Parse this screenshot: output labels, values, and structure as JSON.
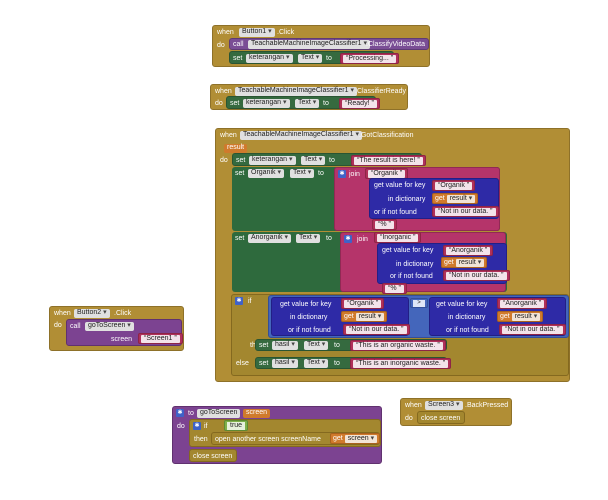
{
  "b1": {
    "when": "when",
    "comp": "Button1",
    "event": ".Click",
    "do": "do",
    "call": "call",
    "classifier": "TeachableMachineImageClassifier1",
    "method": ".ClassifyVideoData",
    "set": "set",
    "label": "keterangan",
    "prop": "Text",
    "to": "to",
    "value": "Processing..."
  },
  "b2": {
    "when": "when",
    "comp": "TeachableMachineImageClassifier1",
    "event": ".ClassifierReady",
    "do": "do",
    "set": "set",
    "label": "keterangan",
    "prop": "Text",
    "to": "to",
    "value": "Ready!"
  },
  "b3": {
    "when": "when",
    "comp": "TeachableMachineImageClassifier1",
    "event": ".GotClassification",
    "param": "result",
    "do": "do",
    "set1_label": "keterangan",
    "set1_prop": "Text",
    "set1_value": "The result is here!",
    "set2_label": "Organik",
    "set2_prop": "Text",
    "join": "join",
    "gv_key": "get value for key",
    "in_dict": "in dictionary",
    "if_not_found": "or if not found",
    "key_organik": "Organik",
    "get": "get",
    "result": "result",
    "not_in_data": "Not in our data.",
    "pct": "%",
    "set3_label": "Anorganik",
    "set3_prop": "Text",
    "join3_first": "Inorganic",
    "key_anorganik": "Anorganik",
    "if": "if",
    "gt": ">",
    "then": "then",
    "else": "else",
    "hasil": "hasil",
    "then_value": "This is an organic waste.",
    "else_value": "This is an inorganic waste.",
    "set": "set",
    "to": "to"
  },
  "b4": {
    "when": "when",
    "comp": "Button2",
    "event": ".Click",
    "do": "do",
    "call": "call",
    "method": "goToScreen",
    "screen_label": "screen",
    "screen_value": "Screen1"
  },
  "b5": {
    "to": "to",
    "name": "goToScreen",
    "param": "screen",
    "do": "do",
    "if": "if",
    "cond": "true",
    "then": "then",
    "open": "open another screen  screenName",
    "get": "get",
    "get_var": "screen",
    "close": "close screen"
  },
  "b6": {
    "when": "when",
    "comp": "Screen3",
    "event": ".BackPressed",
    "do": "do",
    "close": "close screen"
  }
}
